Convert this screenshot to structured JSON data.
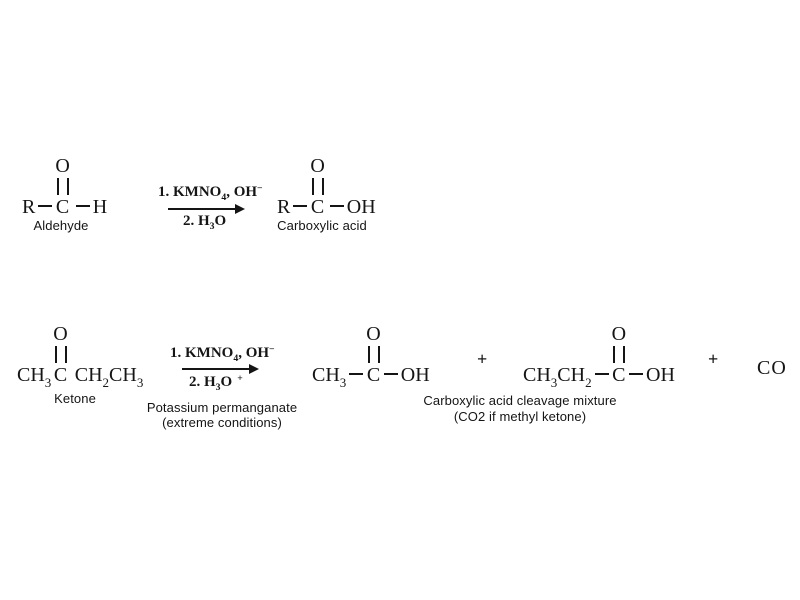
{
  "page": {
    "background": "#ffffff",
    "ink": "#151515"
  },
  "reaction1": {
    "reactant": {
      "name": "aldehyde",
      "label": "Aldehyde",
      "tokens": [
        {
          "t": "txt",
          "v": "R"
        },
        {
          "t": "bond"
        },
        {
          "t": "dbl",
          "v": "C",
          "o": "O"
        },
        {
          "t": "sp",
          "w": 3
        },
        {
          "t": "bond"
        },
        {
          "t": "txt",
          "v": "H"
        }
      ]
    },
    "conditions": {
      "line1": [
        {
          "t": "txt",
          "v": "1. KMNO"
        },
        {
          "t": "sub",
          "v": "4"
        },
        {
          "t": "txt",
          "v": ", OH"
        },
        {
          "t": "sup",
          "v": "−"
        }
      ],
      "line2": [
        {
          "t": "txt",
          "v": "2. H"
        },
        {
          "t": "sub",
          "v": "3"
        },
        {
          "t": "txt",
          "v": "O"
        }
      ]
    },
    "product": {
      "name": "carboxylic-acid",
      "label": "Carboxylic acid",
      "tokens": [
        {
          "t": "txt",
          "v": "R"
        },
        {
          "t": "bond"
        },
        {
          "t": "dbl",
          "v": "C",
          "o": "O"
        },
        {
          "t": "sp",
          "w": 2
        },
        {
          "t": "bond"
        },
        {
          "t": "txt",
          "v": "OH"
        }
      ]
    }
  },
  "reaction2": {
    "reactant": {
      "name": "ketone",
      "label": "Ketone",
      "tokens": [
        {
          "t": "txt",
          "v": "CH"
        },
        {
          "t": "sub",
          "v": "3"
        },
        {
          "t": "sp",
          "w": 2
        },
        {
          "t": "dbl",
          "v": "C",
          "o": "O"
        },
        {
          "t": "sp",
          "w": 7
        },
        {
          "t": "txt",
          "v": "CH"
        },
        {
          "t": "sub",
          "v": "2"
        },
        {
          "t": "txt",
          "v": "CH"
        },
        {
          "t": "sub",
          "v": "3"
        }
      ]
    },
    "conditions": {
      "line1": [
        {
          "t": "txt",
          "v": "1. KMNO"
        },
        {
          "t": "sub",
          "v": "4"
        },
        {
          "t": "txt",
          "v": ", OH"
        },
        {
          "t": "sup",
          "v": "−"
        }
      ],
      "line2": [
        {
          "t": "txt",
          "v": "2. H"
        },
        {
          "t": "sub",
          "v": "3"
        },
        {
          "t": "txt",
          "v": "O"
        },
        {
          "t": "sp",
          "w": 5
        },
        {
          "t": "sup",
          "v": "+"
        }
      ],
      "note_line1": "Potassium permanganate",
      "note_line2": "(extreme conditions)"
    },
    "productA": {
      "name": "acetic-acid-fragment",
      "tokens": [
        {
          "t": "txt",
          "v": "CH"
        },
        {
          "t": "sub",
          "v": "3"
        },
        {
          "t": "bond"
        },
        {
          "t": "dbl",
          "v": "C",
          "o": "O"
        },
        {
          "t": "bond"
        },
        {
          "t": "txt",
          "v": "OH"
        }
      ]
    },
    "plus1": "+",
    "productB": {
      "name": "propanoic-acid-fragment",
      "tokens": [
        {
          "t": "txt",
          "v": "CH"
        },
        {
          "t": "sub",
          "v": "3"
        },
        {
          "t": "txt",
          "v": "CH"
        },
        {
          "t": "sub",
          "v": "2"
        },
        {
          "t": "bond"
        },
        {
          "t": "dbl",
          "v": "C",
          "o": "O"
        },
        {
          "t": "bond"
        },
        {
          "t": "txt",
          "v": "OH"
        }
      ]
    },
    "plus2": "+",
    "productC": {
      "text": "CO"
    },
    "caption_line1": "Carboxylic acid cleavage mixture",
    "caption_line2": "(CO2 if methyl ketone)"
  }
}
